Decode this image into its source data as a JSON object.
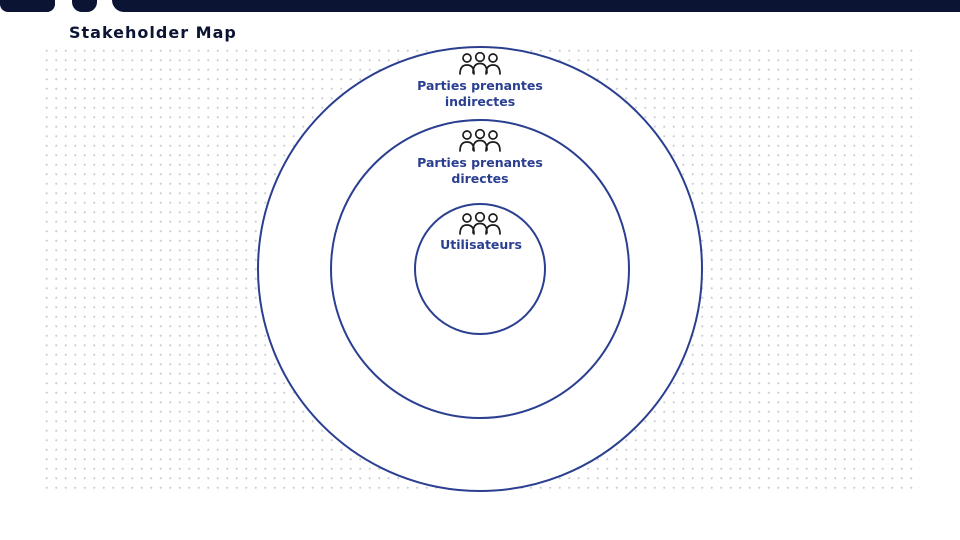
{
  "page": {
    "title": "Stakeholder Map"
  },
  "diagram": {
    "type": "concentric-stakeholder-map",
    "accent_color": "#2b3f91",
    "header_color": "#0b1433",
    "rings": [
      {
        "id": "outer",
        "label_lines": [
          "Parties prenantes",
          "indirectes"
        ],
        "icon": "people-group-icon"
      },
      {
        "id": "middle",
        "label_lines": [
          "Parties prenantes",
          "directes"
        ],
        "icon": "people-group-icon"
      },
      {
        "id": "inner",
        "label_lines": [
          "Utilisateurs"
        ],
        "icon": "people-group-icon"
      }
    ]
  }
}
